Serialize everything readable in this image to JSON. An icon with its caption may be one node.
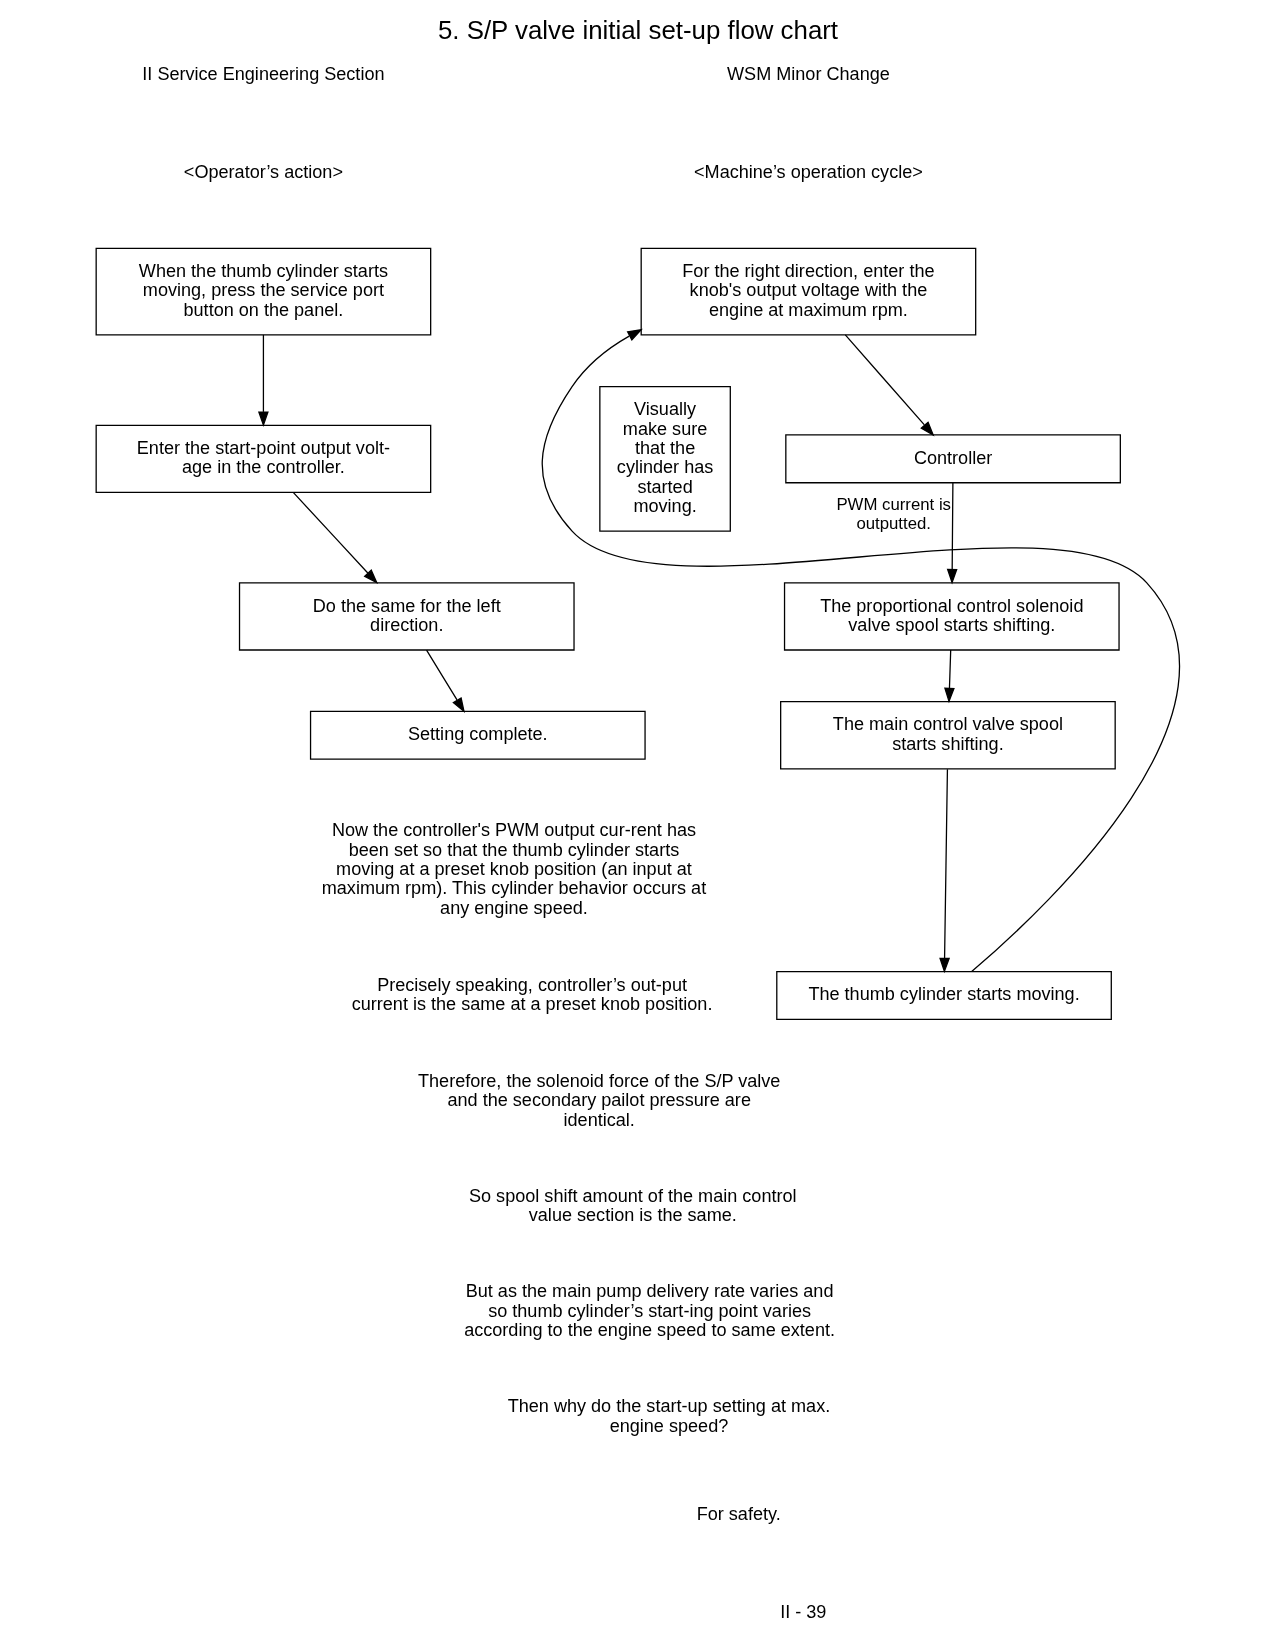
{
  "diagram": {
    "title": "5. S/P valve initial set-up flow chart",
    "nodes": [
      {
        "text": [
          "For the right direction, enter the knob's output voltage with the engine at maximum rpm."
        ]
      },
      {
        "text": [
          "Controller"
        ]
      },
      {
        "text": [
          "The proportional control solenoid valve spool starts shifting."
        ]
      },
      {
        "text": [
          "The main control valve spool starts shifting."
        ]
      },
      {
        "text": [
          "The thumb cylinder starts moving."
        ]
      },
      {
        "text": [
          "Visually make sure that the cylinder has started moving."
        ]
      },
      {
        "text": [
          "When the thumb cylinder starts moving, press the service port button on the panel."
        ]
      },
      {
        "text": [
          "Enter the start-point output volt-age in the controller."
        ]
      },
      {
        "text": [
          "Do the same for the left direction."
        ]
      },
      {
        "text": [
          "Setting complete."
        ]
      }
    ],
    "edges": [
      {
        "from": 0,
        "to": 1,
        "arrow": "to"
      },
      {
        "from": 1,
        "to": 2,
        "arrow": "to",
        "label": "PWM current is outputted."
      },
      {
        "from": 2,
        "to": 3,
        "arrow": "to"
      },
      {
        "from": 3,
        "to": 4,
        "arrow": "to"
      },
      {
        "from": 4,
        "to": 0,
        "arrow": "to"
      },
      {
        "from": 6,
        "to": 7,
        "arrow": "to"
      },
      {
        "from": 7,
        "to": 8,
        "arrow": "to"
      },
      {
        "from": 8,
        "to": 9,
        "arrow": "to"
      }
    ],
    "labels": [
      "WSM Minor Change",
      "II Service Engineering Section",
      "<Machine’s operation cycle>",
      "<Operator’s action>",
      "Now the controller's PWM output cur-rent has been set so that the thumb cylinder starts moving at a preset knob position (an input at maximum rpm). This cylinder behavior occurs at any engine speed.",
      "Precisely speaking, controller’s out-put current is the same at a preset knob position.",
      "Therefore, the solenoid force of the S/P valve and the secondary pailot pressure are identical.",
      "So spool shift amount of the main control value section is the same.",
      "But as the main pump delivery rate varies and so thumb cylinder’s start-ing point varies according to the engine speed to same extent.",
      "Then why do the start-up setting at max. engine speed?",
      "For safety.",
      "II - 39"
    ]
  }
}
